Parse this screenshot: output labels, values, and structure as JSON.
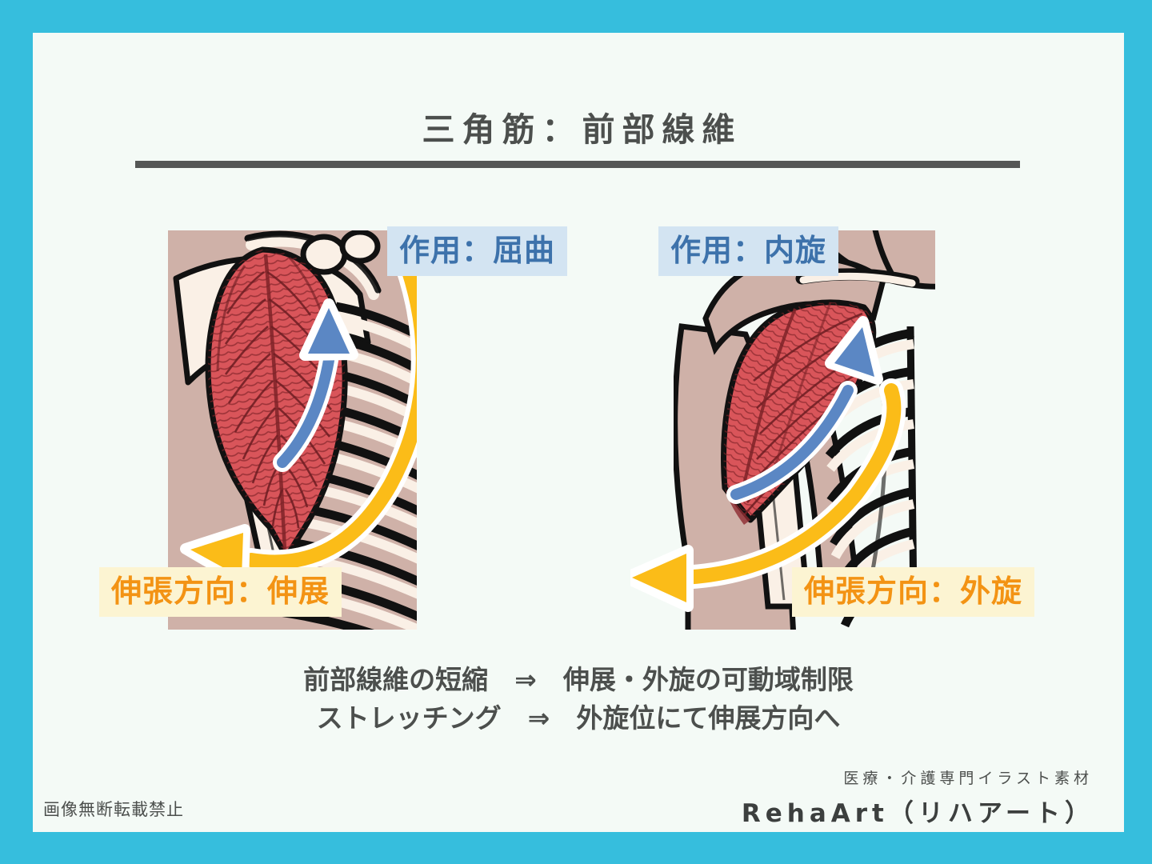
{
  "page": {
    "title": "三角筋：前部線維",
    "border_color": "#36bedd",
    "card_color": "#f4faf6",
    "title_color": "#4c4f4d"
  },
  "panels": [
    {
      "id": "left",
      "view_name": "lateral-shoulder-view",
      "action_label": "作用：屈曲",
      "stretch_label": "伸張方向：伸展",
      "muscle_name": "deltoid-anterior-fibers",
      "action_arrow_color": "#5b87c4",
      "stretch_arrow_color": "#fbbc18"
    },
    {
      "id": "right",
      "view_name": "anterior-shoulder-view",
      "action_label": "作用：内旋",
      "stretch_label": "伸張方向：外旋",
      "muscle_name": "deltoid-anterior-fibers",
      "action_arrow_color": "#5b87c4",
      "stretch_arrow_color": "#fbbc18"
    }
  ],
  "summary": {
    "line1": "前部線維の短縮　⇒　伸展・外旋の可動域制限",
    "line2": "ストレッチング　⇒　外旋位にて伸展方向へ"
  },
  "footer": {
    "brand_sub": "医療・介護専門イラスト素材",
    "brand_main": "RehaArt（リハアート）",
    "copyright": "画像無断転載禁止"
  },
  "colors": {
    "muscle_red": "#d9555a",
    "muscle_shade": "#8c2b30",
    "bone_cream": "#faf0e6",
    "skin": "#cfb1a8",
    "outline": "#111111",
    "action_blue": "#5b87c4",
    "stretch_yellow": "#fbbc18",
    "action_label_bg": "#d3e4f2",
    "action_label_fg": "#3d72ab",
    "stretch_label_bg": "#fcf4d2",
    "stretch_label_fg": "#f39314"
  }
}
